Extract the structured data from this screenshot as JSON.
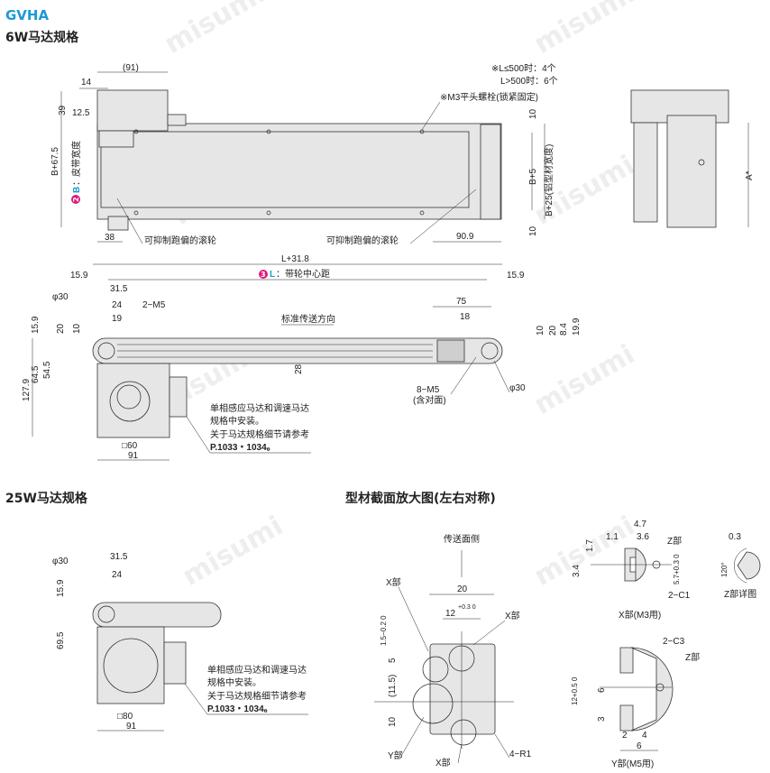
{
  "header": {
    "title": "GVHA",
    "section_6w": "6W马达规格",
    "section_25w": "25W马达规格",
    "section_profile": "型材截面放大图(左右对称)"
  },
  "watermark": "misumi",
  "colors": {
    "accent": "#1a9ad6",
    "badge": "#e0197d"
  },
  "top_view": {
    "dim_91": "(91)",
    "dim_14": "14",
    "dim_39": "39",
    "dim_12_5": "12.5",
    "dim_b67": "B+67.5",
    "b_badge": "2",
    "b_label": "B",
    "b_text": "：皮带宽度",
    "dim_38": "38",
    "dim_90_9": "90.9",
    "dim_10a": "10",
    "dim_10b": "10",
    "dim_b5": "B+5",
    "dim_b25": "B+25(铝型材宽度)",
    "note_l1": "※L≤500时：4个",
    "note_l2": "L>500时：6个",
    "bolt_note": "※M3平头螺栓(锁紧固定)",
    "roller_left": "可抑制跑偏的滚轮",
    "roller_right": "可抑制跑偏的滚轮",
    "side_a": "A*"
  },
  "front_view": {
    "dim_l318": "L+31.8",
    "l_badge": "3",
    "l_label": "L",
    "l_text": "：带轮中心距",
    "dim_15_9a": "15.9",
    "dim_15_9b": "15.9",
    "phi30a": "φ30",
    "phi30b": "φ30",
    "dim_31_5": "31.5",
    "dim_24": "24",
    "dim_19": "19",
    "m5": "2−M5",
    "dim_15_9v": "15.9",
    "dim_20": "20",
    "dim_10": "10",
    "dim_64_5": "64.5",
    "dim_54_5": "54.5",
    "dim_127_9": "127.9",
    "direction": "标准传送方向",
    "dim_28": "28",
    "dim_75": "75",
    "dim_18": "18",
    "dim_r10": "10",
    "dim_r20": "20",
    "dim_8_4": "8.4",
    "dim_19_9": "19.9",
    "m5_8": "8−M5",
    "m5_8b": "(含对面)",
    "sq60": "□60",
    "dim_91": "91",
    "note": [
      "单相感应马达和调速马达",
      "规格中安装。",
      "关于马达规格细节请参考",
      "P.1033・1034。"
    ]
  },
  "view_25w": {
    "phi30": "φ30",
    "dim_31_5": "31.5",
    "dim_24": "24",
    "dim_15_9": "15.9",
    "dim_69_5": "69.5",
    "sq80": "□80",
    "dim_91": "91",
    "note": [
      "单相感应马达和调速马达",
      "规格中安装。",
      "关于马达规格细节请参考",
      "P.1033・1034。"
    ]
  },
  "profile": {
    "conveying_side": "传送面侧",
    "dim_20": "20",
    "dim_12": "12",
    "tol_12": "+0.3 0",
    "dim_1_5": "1.5−0.2 0",
    "dim_5": "5",
    "dim_11_5": "(11.5)",
    "dim_10": "10",
    "x_part_a": "X部",
    "x_part_b": "X部",
    "x_part_c": "X部",
    "y_part": "Y部",
    "r1": "4−R1",
    "x_detail": {
      "caption": "X部(M3用)",
      "d4_7": "4.7",
      "d1_1": "1.1",
      "d3_6": "3.6",
      "d1_7": "1.7",
      "d3_4": "3.4",
      "d5_7": "5.7+0.3 0",
      "z": "Z部",
      "c1": "2−C1"
    },
    "z_detail": {
      "caption": "Z部详图",
      "d0_3": "0.3",
      "angle": "120°"
    },
    "y_detail": {
      "caption": "Y部(M5用)",
      "c3": "2−C3",
      "z": "Z部",
      "d12": "12+0.5 0",
      "d6": "6",
      "d3": "3",
      "d2": "2",
      "d4": "4",
      "d6b": "6"
    }
  }
}
